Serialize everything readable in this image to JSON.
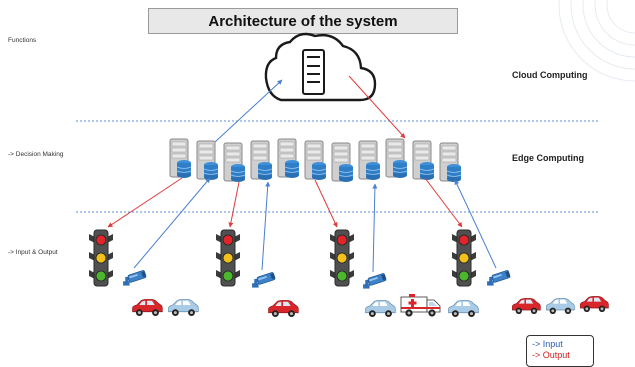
{
  "title": "Architecture of the system",
  "side_labels": {
    "functions": "Functions",
    "decision": "-> Decision Making",
    "io": "-> Input & Output"
  },
  "layers": {
    "cloud": "Cloud Computing",
    "edge": "Edge Computing"
  },
  "legend": {
    "input": "-> Input",
    "output": "-> Output"
  },
  "colors": {
    "input_arrow": "#4a7fd0",
    "output_arrow": "#e03a3a",
    "divider": "#5b8fd6",
    "server_blue": "#2f7fc8"
  },
  "icons": {
    "cloud": "cloud-server-icon",
    "edge_server": "server-stack-icon",
    "traffic_light": "traffic-light-icon",
    "camera": "cctv-camera-icon",
    "car": "car-icon",
    "ambulance": "ambulance-icon"
  },
  "vehicle_groups": [
    [
      "red-car",
      "blue-car"
    ],
    [
      "red-car"
    ],
    [
      "blue-car",
      "ambulance",
      "blue-car"
    ],
    [
      "red-car",
      "blue-car",
      "red-car"
    ]
  ]
}
